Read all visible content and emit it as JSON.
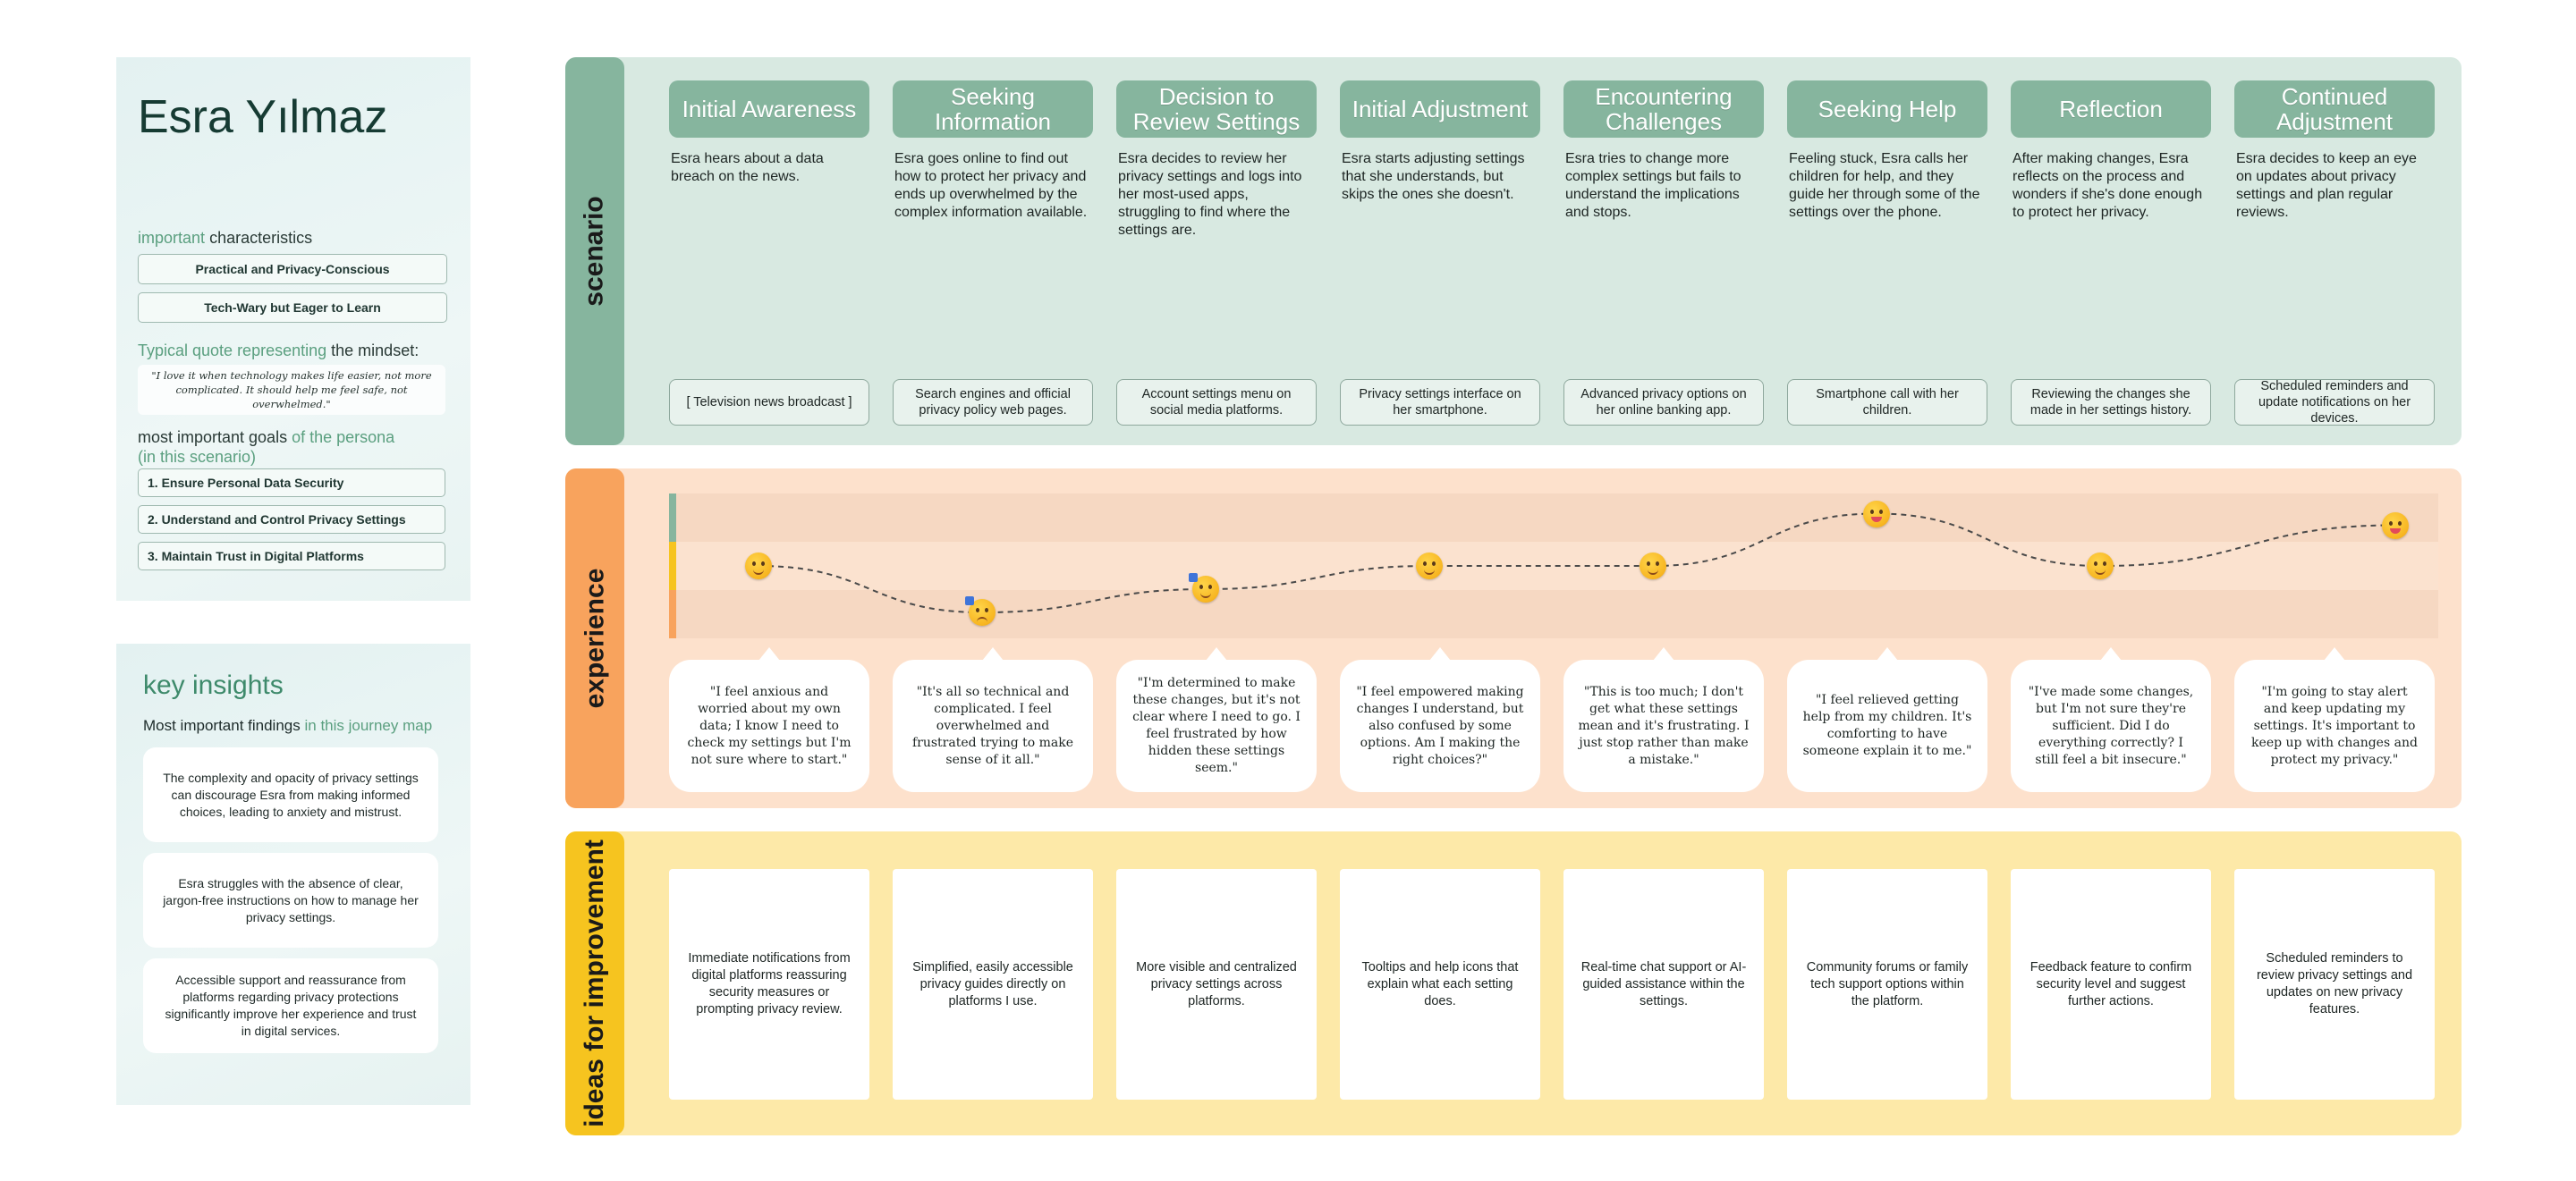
{
  "persona": {
    "name": "Esra Yılmaz",
    "characteristics_label_accent": "important",
    "characteristics_label_rest": "characteristics",
    "characteristics": [
      "Practical and Privacy-Conscious",
      "Tech-Wary but Eager to Learn"
    ],
    "quote_label_accent": "Typical quote representing",
    "quote_label_rest": "the mindset:",
    "quote": "\"I love it when technology makes life easier, not more complicated. It should help me feel safe, not overwhelmed.\"",
    "goals_label_a": "most important goals",
    "goals_label_b": "of the persona",
    "goals_label_c": "(in this scenario)",
    "goals": [
      "1. Ensure Personal Data Security",
      "2. Understand and Control Privacy Settings",
      "3. Maintain Trust in Digital Platforms"
    ]
  },
  "insights": {
    "title": "key insights",
    "sub_a": "Most important findings",
    "sub_b": "in this journey map",
    "items": [
      "The complexity and opacity of privacy settings can discourage Esra from making informed choices, leading to anxiety and mistrust.",
      "Esra struggles with the absence of clear, jargon-free instructions on how to manage her privacy settings.",
      "Accessible support and reassurance from platforms regarding privacy protections significantly improve her experience and trust in digital services."
    ]
  },
  "lanes": {
    "scenario": "scenario",
    "experience": "experience",
    "ideas": "ideas for improvement"
  },
  "phases": [
    {
      "title": "Initial Awareness",
      "desc": "Esra hears about a data breach on the news.",
      "touchpoint": "[ Television news broadcast ]",
      "feeling": "\"I feel anxious and worried about my own data; I know I need to check my settings but I'm not sure where to start.\"",
      "idea": "Immediate notifications from digital platforms reassuring security measures or prompting privacy review."
    },
    {
      "title": "Seeking Information",
      "desc": "Esra goes online to find out how to protect her privacy and ends up overwhelmed by the complex information available.",
      "touchpoint": "Search engines and official privacy policy web pages.",
      "feeling": "\"It's all so technical and complicated. I feel overwhelmed and frustrated trying to make sense of it all.\"",
      "idea": "Simplified, easily accessible privacy guides directly on platforms I use."
    },
    {
      "title": "Decision to Review Settings",
      "desc": "Esra decides to review her privacy settings and logs into her most-used apps, struggling to find where the settings are.",
      "touchpoint": "Account settings menu on social media platforms.",
      "feeling": "\"I'm determined to make these changes, but it's not clear where I need to go. I feel frustrated by how hidden these settings seem.\"",
      "idea": "More visible and centralized privacy settings across platforms."
    },
    {
      "title": "Initial Adjustment",
      "desc": "Esra starts adjusting settings that she understands, but skips the ones she doesn't.",
      "touchpoint": "Privacy settings interface on her smartphone.",
      "feeling": "\"I feel empowered making changes I understand, but also confused by some options. Am I making the right choices?\"",
      "idea": "Tooltips and help icons that explain what each setting does."
    },
    {
      "title": "Encountering Challenges",
      "desc": "Esra tries to change more complex settings but fails to understand the implications and stops.",
      "touchpoint": "Advanced privacy options on her online banking app.",
      "feeling": "\"This is too much; I don't get what these settings mean and it's frustrating. I just stop rather than make a mistake.\"",
      "idea": "Real-time chat support or AI-guided assistance within the settings."
    },
    {
      "title": "Seeking Help",
      "desc": "Feeling stuck, Esra calls her children for help, and they guide her through some of the settings over the phone.",
      "touchpoint": "Smartphone call with her children.",
      "feeling": "\"I feel relieved getting help from my children. It's comforting to have someone explain it to me.\"",
      "idea": "Community forums or family tech support options within the platform."
    },
    {
      "title": "Reflection",
      "desc": "After making changes, Esra reflects on the process and wonders if she's done enough to protect her privacy.",
      "touchpoint": "Reviewing the changes she made in her settings history.",
      "feeling": "\"I've made some changes, but I'm not sure they're sufficient. Did I do everything correctly? I still feel a bit insecure.\"",
      "idea": "Feedback feature to confirm security level and suggest further actions."
    },
    {
      "title": "Continued Adjustment",
      "desc": "Esra decides to keep an eye on updates about privacy settings and plan regular reviews.",
      "touchpoint": "Scheduled reminders and update notifications on her devices.",
      "feeling": "\"I'm going to stay alert and keep updating my settings. It's important to keep up with changes and protect my privacy.\"",
      "idea": "Scheduled reminders to review privacy settings and updates on new privacy features."
    }
  ],
  "chart_data": {
    "type": "line",
    "x": [
      "Initial Awareness",
      "Seeking Information",
      "Decision to Review Settings",
      "Initial Adjustment",
      "Encountering Challenges",
      "Seeking Help",
      "Reflection",
      "Continued Adjustment"
    ],
    "values": [
      0.5,
      0.1,
      0.3,
      0.5,
      0.5,
      0.95,
      0.5,
      0.85
    ],
    "ylim": [
      0,
      1
    ],
    "grid": false
  },
  "colors": {
    "scenario_bg": "#d8e9e1",
    "scenario_accent": "#86b59e",
    "experience_bg": "#fde1cc",
    "experience_accent": "#f8a35d",
    "ideas_bg": "#fde9a8",
    "ideas_accent": "#f6c41f",
    "persona_bg": "#e3f1f1",
    "accent_text": "#5a9f7f"
  }
}
